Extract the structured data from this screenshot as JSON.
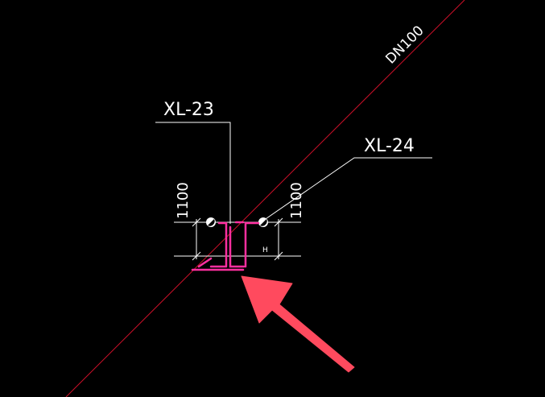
{
  "drawing": {
    "pipe_label": "DN100",
    "riser_left_label": "XL-23",
    "riser_right_label": "XL-24",
    "dim_left": "1100",
    "dim_right": "1100",
    "height_marker": "H"
  },
  "colors": {
    "background": "#000000",
    "main_pipe": "#d0102a",
    "branch_pipe": "#ff2fa0",
    "annotation": "#ffffff",
    "arrow": "#ff4a5e"
  }
}
